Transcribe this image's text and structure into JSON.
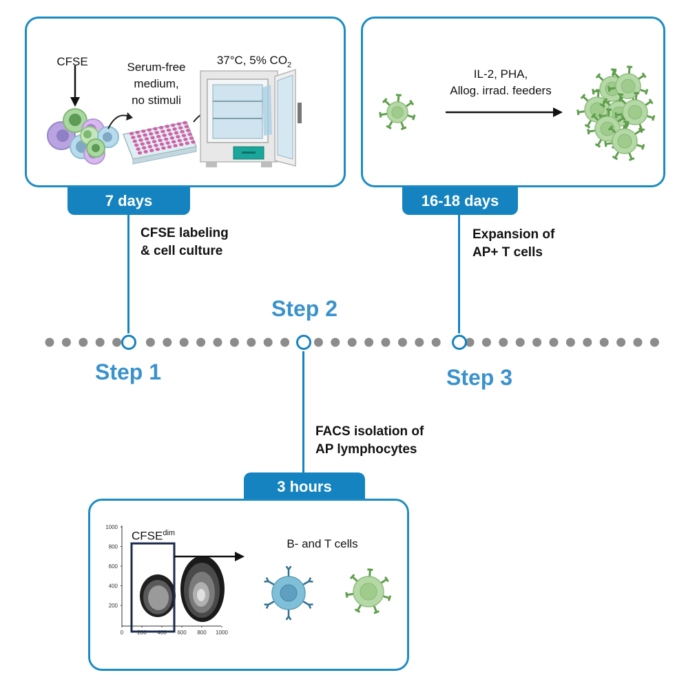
{
  "panel1": {
    "cfse": "CFSE",
    "medium_line1": "Serum-free",
    "medium_line2": "medium,",
    "medium_line3": "no stimuli",
    "incubator_temp": "37°C, 5% CO",
    "incubator_sub": "2"
  },
  "panel2": {
    "line1": "IL-2, PHA,",
    "line2": "Allog. irrad. feeders"
  },
  "panel3": {
    "plot_label": "CFSE",
    "plot_label_sup": "dim",
    "cells_label": "B- and T cells",
    "y_ticks": [
      "1000",
      "800",
      "600",
      "400",
      "200"
    ],
    "x_ticks": [
      "0",
      "200",
      "400",
      "600",
      "800",
      "1000"
    ]
  },
  "tabs": {
    "step1": "7 days",
    "step3": "16-18 days",
    "step2": "3 hours"
  },
  "captions": {
    "step1_line1": "CFSE labeling",
    "step1_line2": "& cell culture",
    "step3_line1": "Expansion of",
    "step3_line2": "AP+ T cells",
    "step2_line1": "FACS isolation of",
    "step2_line2": "AP lymphocytes"
  },
  "steps": {
    "step1": "Step 1",
    "step2": "Step 2",
    "step3": "Step 3"
  },
  "colors": {
    "accent": "#1583bf",
    "step_text": "#3a92cc",
    "timeline_dot": "#8c8c8c",
    "t_cell": "#8cc47a",
    "b_cell": "#7fc0d8"
  }
}
